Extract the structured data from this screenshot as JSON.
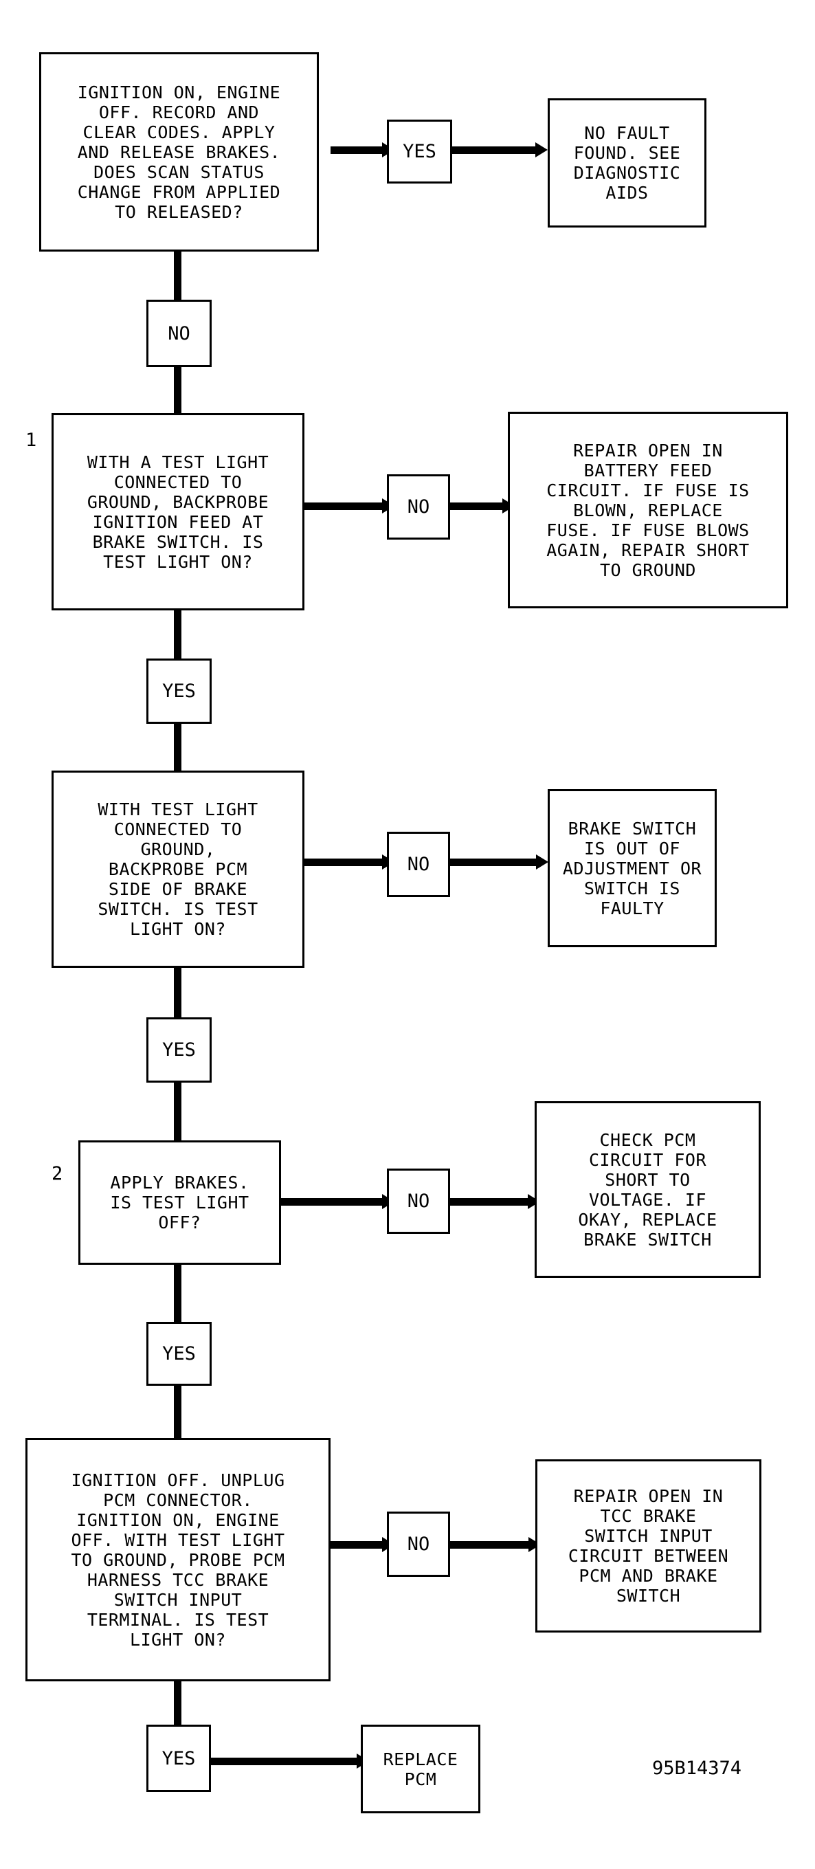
{
  "steps": [
    {
      "number": "",
      "question": "IGNITION ON, ENGINE\nOFF. RECORD AND\nCLEAR CODES. APPLY\nAND RELEASE BRAKES.\nDOES SCAN STATUS\nCHANGE FROM APPLIED\nTO RELEASED?",
      "branch_label": "YES",
      "outcome": "NO FAULT\nFOUND. SEE\nDIAGNOSTIC\nAIDS",
      "next_label": "NO"
    },
    {
      "number": "1",
      "question": "WITH A TEST LIGHT\nCONNECTED TO\nGROUND, BACKPROBE\nIGNITION FEED AT\nBRAKE SWITCH. IS\nTEST LIGHT ON?",
      "branch_label": "NO",
      "outcome": "REPAIR OPEN IN\nBATTERY FEED\nCIRCUIT. IF FUSE IS\nBLOWN, REPLACE\nFUSE. IF FUSE BLOWS\nAGAIN, REPAIR SHORT\nTO GROUND",
      "next_label": "YES"
    },
    {
      "number": "",
      "question": "WITH TEST LIGHT\nCONNECTED TO\nGROUND,\nBACKPROBE PCM\nSIDE OF BRAKE\nSWITCH. IS TEST\nLIGHT ON?",
      "branch_label": "NO",
      "outcome": "BRAKE SWITCH\nIS OUT OF\nADJUSTMENT OR\nSWITCH IS\nFAULTY",
      "next_label": "YES"
    },
    {
      "number": "2",
      "question": "APPLY BRAKES.\nIS TEST LIGHT\nOFF?",
      "branch_label": "NO",
      "outcome": "CHECK PCM\nCIRCUIT FOR\nSHORT TO\nVOLTAGE. IF\nOKAY, REPLACE\nBRAKE SWITCH",
      "next_label": "YES"
    },
    {
      "number": "",
      "question": "IGNITION OFF. UNPLUG\nPCM CONNECTOR.\nIGNITION ON, ENGINE\nOFF. WITH TEST LIGHT\nTO GROUND, PROBE PCM\nHARNESS TCC BRAKE\nSWITCH INPUT\nTERMINAL. IS TEST\nLIGHT ON?",
      "branch_label": "NO",
      "outcome": "REPAIR OPEN IN\nTCC BRAKE\nSWITCH INPUT\nCIRCUIT BETWEEN\nPCM AND BRAKE\nSWITCH",
      "next_label": "YES"
    }
  ],
  "final": {
    "label": "YES",
    "outcome": "REPLACE\nPCM"
  },
  "figure_id": "95B14374"
}
